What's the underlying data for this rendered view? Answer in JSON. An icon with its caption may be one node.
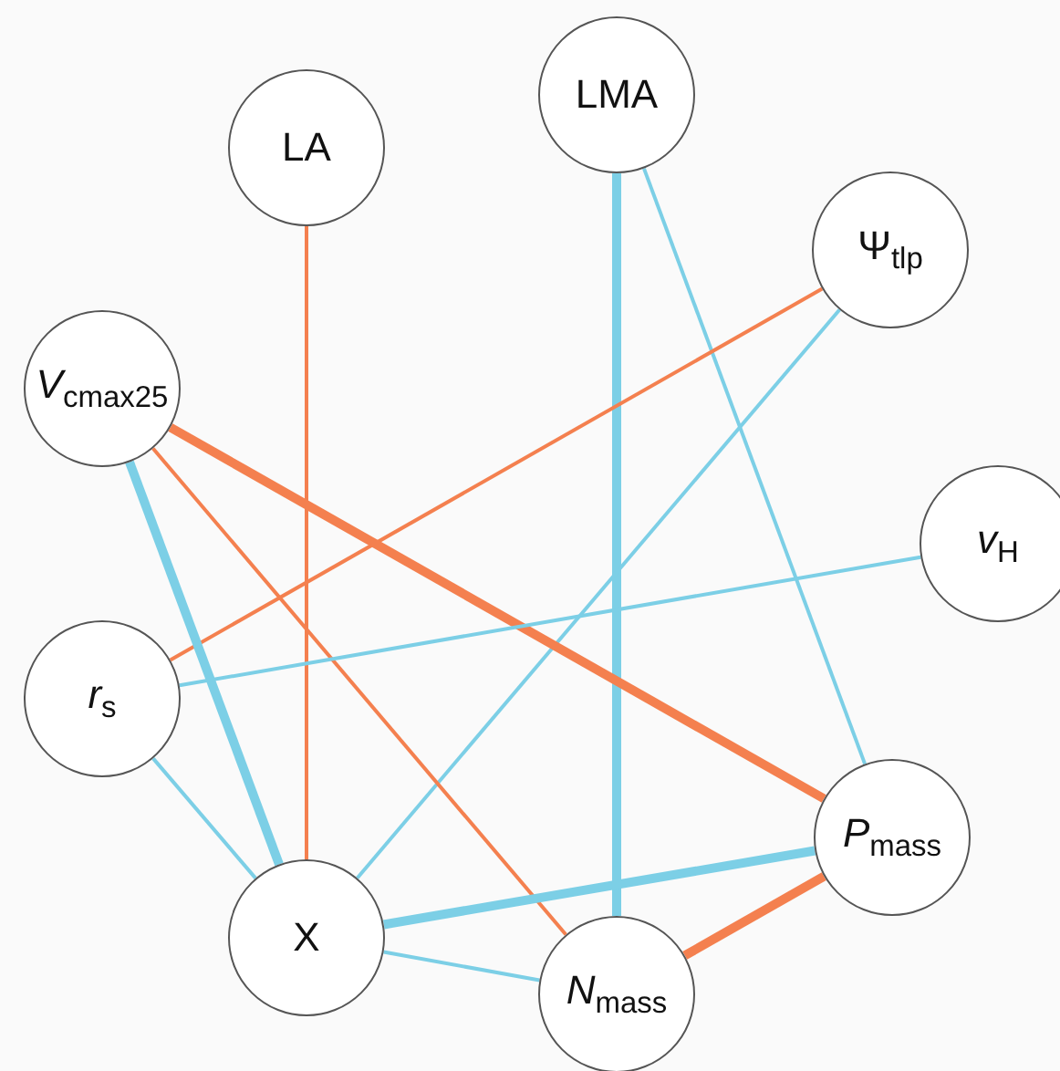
{
  "diagram": {
    "nodes": [
      {
        "text": [
          "LA"
        ]
      },
      {
        "text": [
          "LMA"
        ]
      },
      {
        "text": [
          "Ψ$_{tlp}$"
        ]
      },
      {
        "text": [
          "*V*$_{cmax25}$"
        ]
      },
      {
        "text": [
          "*v*$_{H}$"
        ]
      },
      {
        "text": [
          "*r*$_{s}$"
        ]
      },
      {
        "text": [
          "*P*$_{mass}$"
        ]
      },
      {
        "text": [
          "X"
        ]
      },
      {
        "text": [
          "*N*$_{mass}$"
        ]
      }
    ],
    "edges": [
      {
        "from": 0,
        "to": 7,
        "arrow": "none",
        "color": "#f4804f"
      },
      {
        "from": 1,
        "to": 8,
        "arrow": "none",
        "style": "thick"
      },
      {
        "from": 1,
        "to": 6,
        "arrow": "none"
      },
      {
        "from": 2,
        "to": 5,
        "arrow": "none",
        "color": "#f4804f"
      },
      {
        "from": 2,
        "to": 7,
        "arrow": "none"
      },
      {
        "from": 3,
        "to": 6,
        "arrow": "none",
        "style": "thick",
        "color": "#f4804f"
      },
      {
        "from": 3,
        "to": 7,
        "arrow": "none",
        "style": "thick"
      },
      {
        "from": 3,
        "to": 8,
        "arrow": "none",
        "color": "#f4804f"
      },
      {
        "from": 4,
        "to": 5,
        "arrow": "none"
      },
      {
        "from": 5,
        "to": 7,
        "arrow": "none"
      },
      {
        "from": 7,
        "to": 6,
        "arrow": "none",
        "style": "thick"
      },
      {
        "from": 7,
        "to": 8,
        "arrow": "none"
      },
      {
        "from": 8,
        "to": 6,
        "arrow": "none",
        "style": "thick",
        "color": "#f4804f"
      }
    ]
  }
}
